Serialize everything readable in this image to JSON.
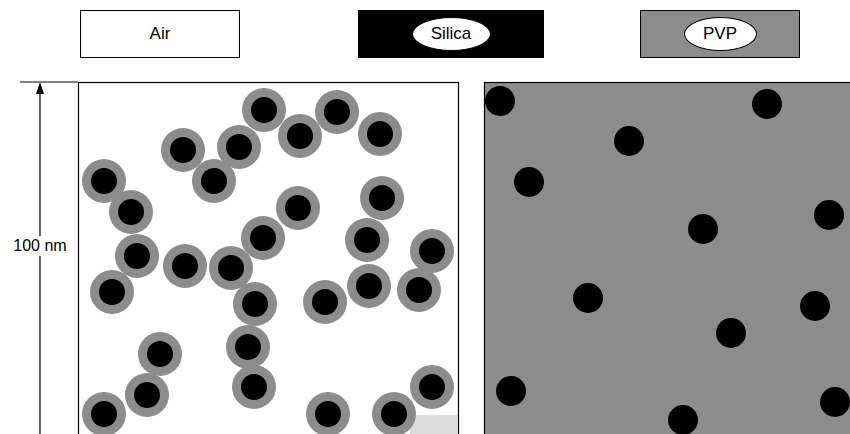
{
  "diagram": {
    "labels": [
      "100 nm"
    ],
    "legend": [
      {
        "text": "Air",
        "color": "#ffffff"
      },
      {
        "text": "Silica",
        "color": "#000000"
      },
      {
        "text": "PVP",
        "color": "#8c8c8c"
      }
    ]
  }
}
